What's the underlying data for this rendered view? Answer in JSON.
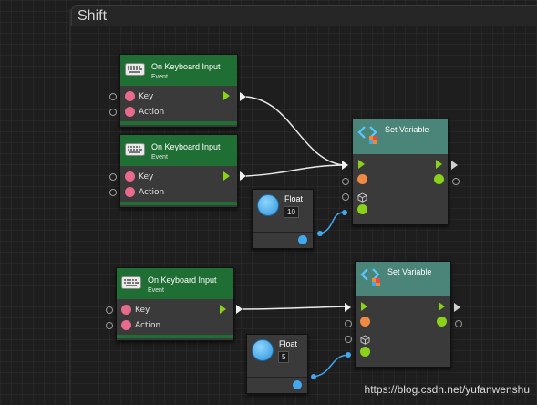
{
  "group": {
    "title": "Shift"
  },
  "event_nodes": [
    {
      "title": "On Keyboard Input",
      "subtitle": "Event",
      "ports": [
        "Key",
        "Action"
      ]
    },
    {
      "title": "On Keyboard Input",
      "subtitle": "Event",
      "ports": [
        "Key",
        "Action"
      ]
    },
    {
      "title": "On Keyboard Input",
      "subtitle": "Event",
      "ports": [
        "Key",
        "Action"
      ]
    }
  ],
  "setvar_nodes": [
    {
      "title": "Set Variable"
    },
    {
      "title": "Set Variable"
    }
  ],
  "float_nodes": [
    {
      "title": "Float",
      "value": "10"
    },
    {
      "title": "Float",
      "value": "5"
    }
  ],
  "icons": {
    "event": "keyboard-icon",
    "setvar": "set-variable-icon",
    "float": "float-circle-icon"
  },
  "colors": {
    "event_header": "#1f6f35",
    "setvar_header": "#4b8478",
    "flow": "#8ad11a",
    "key_port": "#e86a8d",
    "value_port": "#41a9f0",
    "object_port": "#ee8a41"
  },
  "watermark": "https://blog.csdn.net/yufanwenshu"
}
